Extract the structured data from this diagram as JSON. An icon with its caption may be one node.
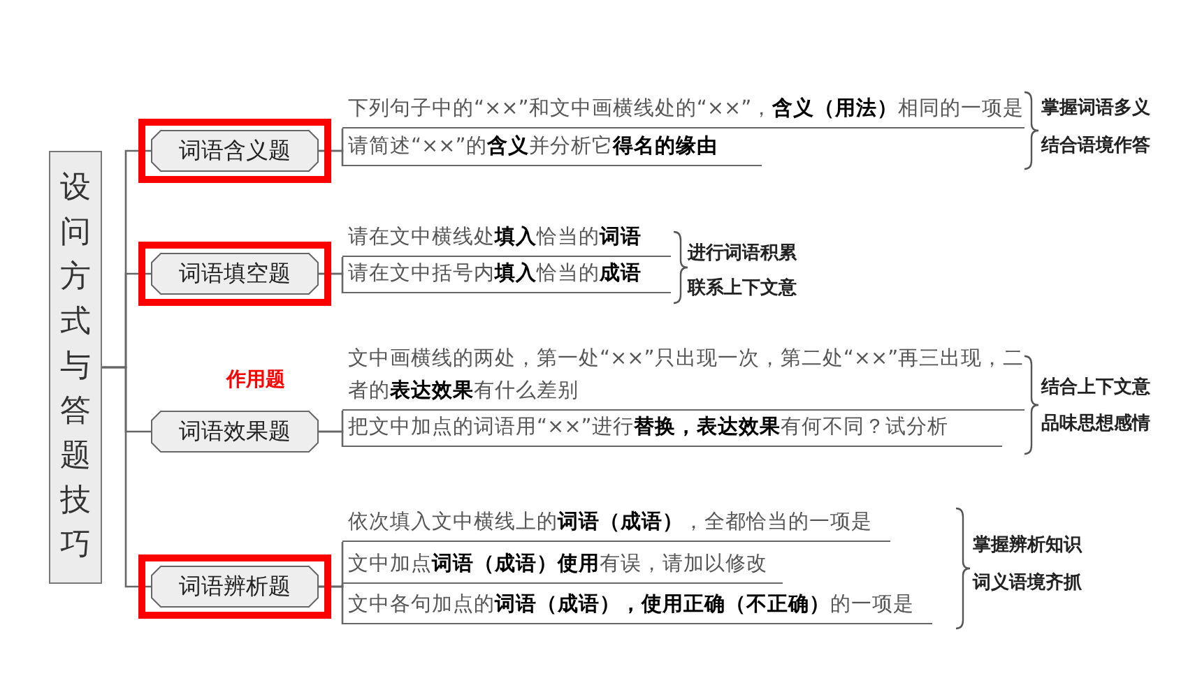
{
  "diagram": {
    "nodes": [
      {
        "text": [
          "设问方式与答题技巧"
        ]
      },
      {
        "text": [
          "词语含义题"
        ]
      },
      {
        "text": [
          "下列句子中的“××”和文中画横线处的“××”，**含义（用法）**相同的一项是"
        ]
      },
      {
        "text": [
          "请简述“××”的**含义**并分析它**得名的缘由**"
        ]
      },
      {
        "text": [
          "词语填空题"
        ]
      },
      {
        "text": [
          "请在文中横线处**填入**恰当的**词语**"
        ]
      },
      {
        "text": [
          "请在文中括号内**填入**恰当的**成语**"
        ]
      },
      {
        "text": [
          "词语效果题"
        ]
      },
      {
        "text": [
          "文中画横线的两处，第一处“××”只出现一次，第二处“××”再三出现，二者的**表达效果**有什么差别"
        ]
      },
      {
        "text": [
          "把文中加点的词语用“××”进行**替换，表达效果**有何不同？试分析"
        ]
      },
      {
        "text": [
          "词语辨析题"
        ]
      },
      {
        "text": [
          "依次填入文中横线上的**词语（成语）**，全都恰当的一项是"
        ]
      },
      {
        "text": [
          "文中加点**词语（成语）使用**有误，请加以修改"
        ]
      },
      {
        "text": [
          "文中各句加点的**词语（成语），使用正确（不正确）**的一项是"
        ]
      }
    ],
    "edges": [
      {
        "from": 0,
        "to": 1,
        "arrow": "none"
      },
      {
        "from": 0,
        "to": 4,
        "arrow": "none"
      },
      {
        "from": 0,
        "to": 7,
        "arrow": "none"
      },
      {
        "from": 0,
        "to": 10,
        "arrow": "none"
      },
      {
        "from": 1,
        "to": 2,
        "arrow": "none"
      },
      {
        "from": 1,
        "to": 3,
        "arrow": "none"
      },
      {
        "from": 4,
        "to": 5,
        "arrow": "none"
      },
      {
        "from": 4,
        "to": 6,
        "arrow": "none"
      },
      {
        "from": 7,
        "to": 8,
        "arrow": "none"
      },
      {
        "from": 7,
        "to": 9,
        "arrow": "none"
      },
      {
        "from": 10,
        "to": 11,
        "arrow": "none"
      },
      {
        "from": 10,
        "to": 12,
        "arrow": "none"
      },
      {
        "from": 10,
        "to": 13,
        "arrow": "none"
      }
    ],
    "labels": [
      "掌握词语多义",
      "结合语境作答",
      "进行词语积累",
      "联系上下文意",
      "作用题",
      "结合上下文意",
      "品味思想感情",
      "掌握辨析知识",
      "词义语境齐抓"
    ]
  }
}
